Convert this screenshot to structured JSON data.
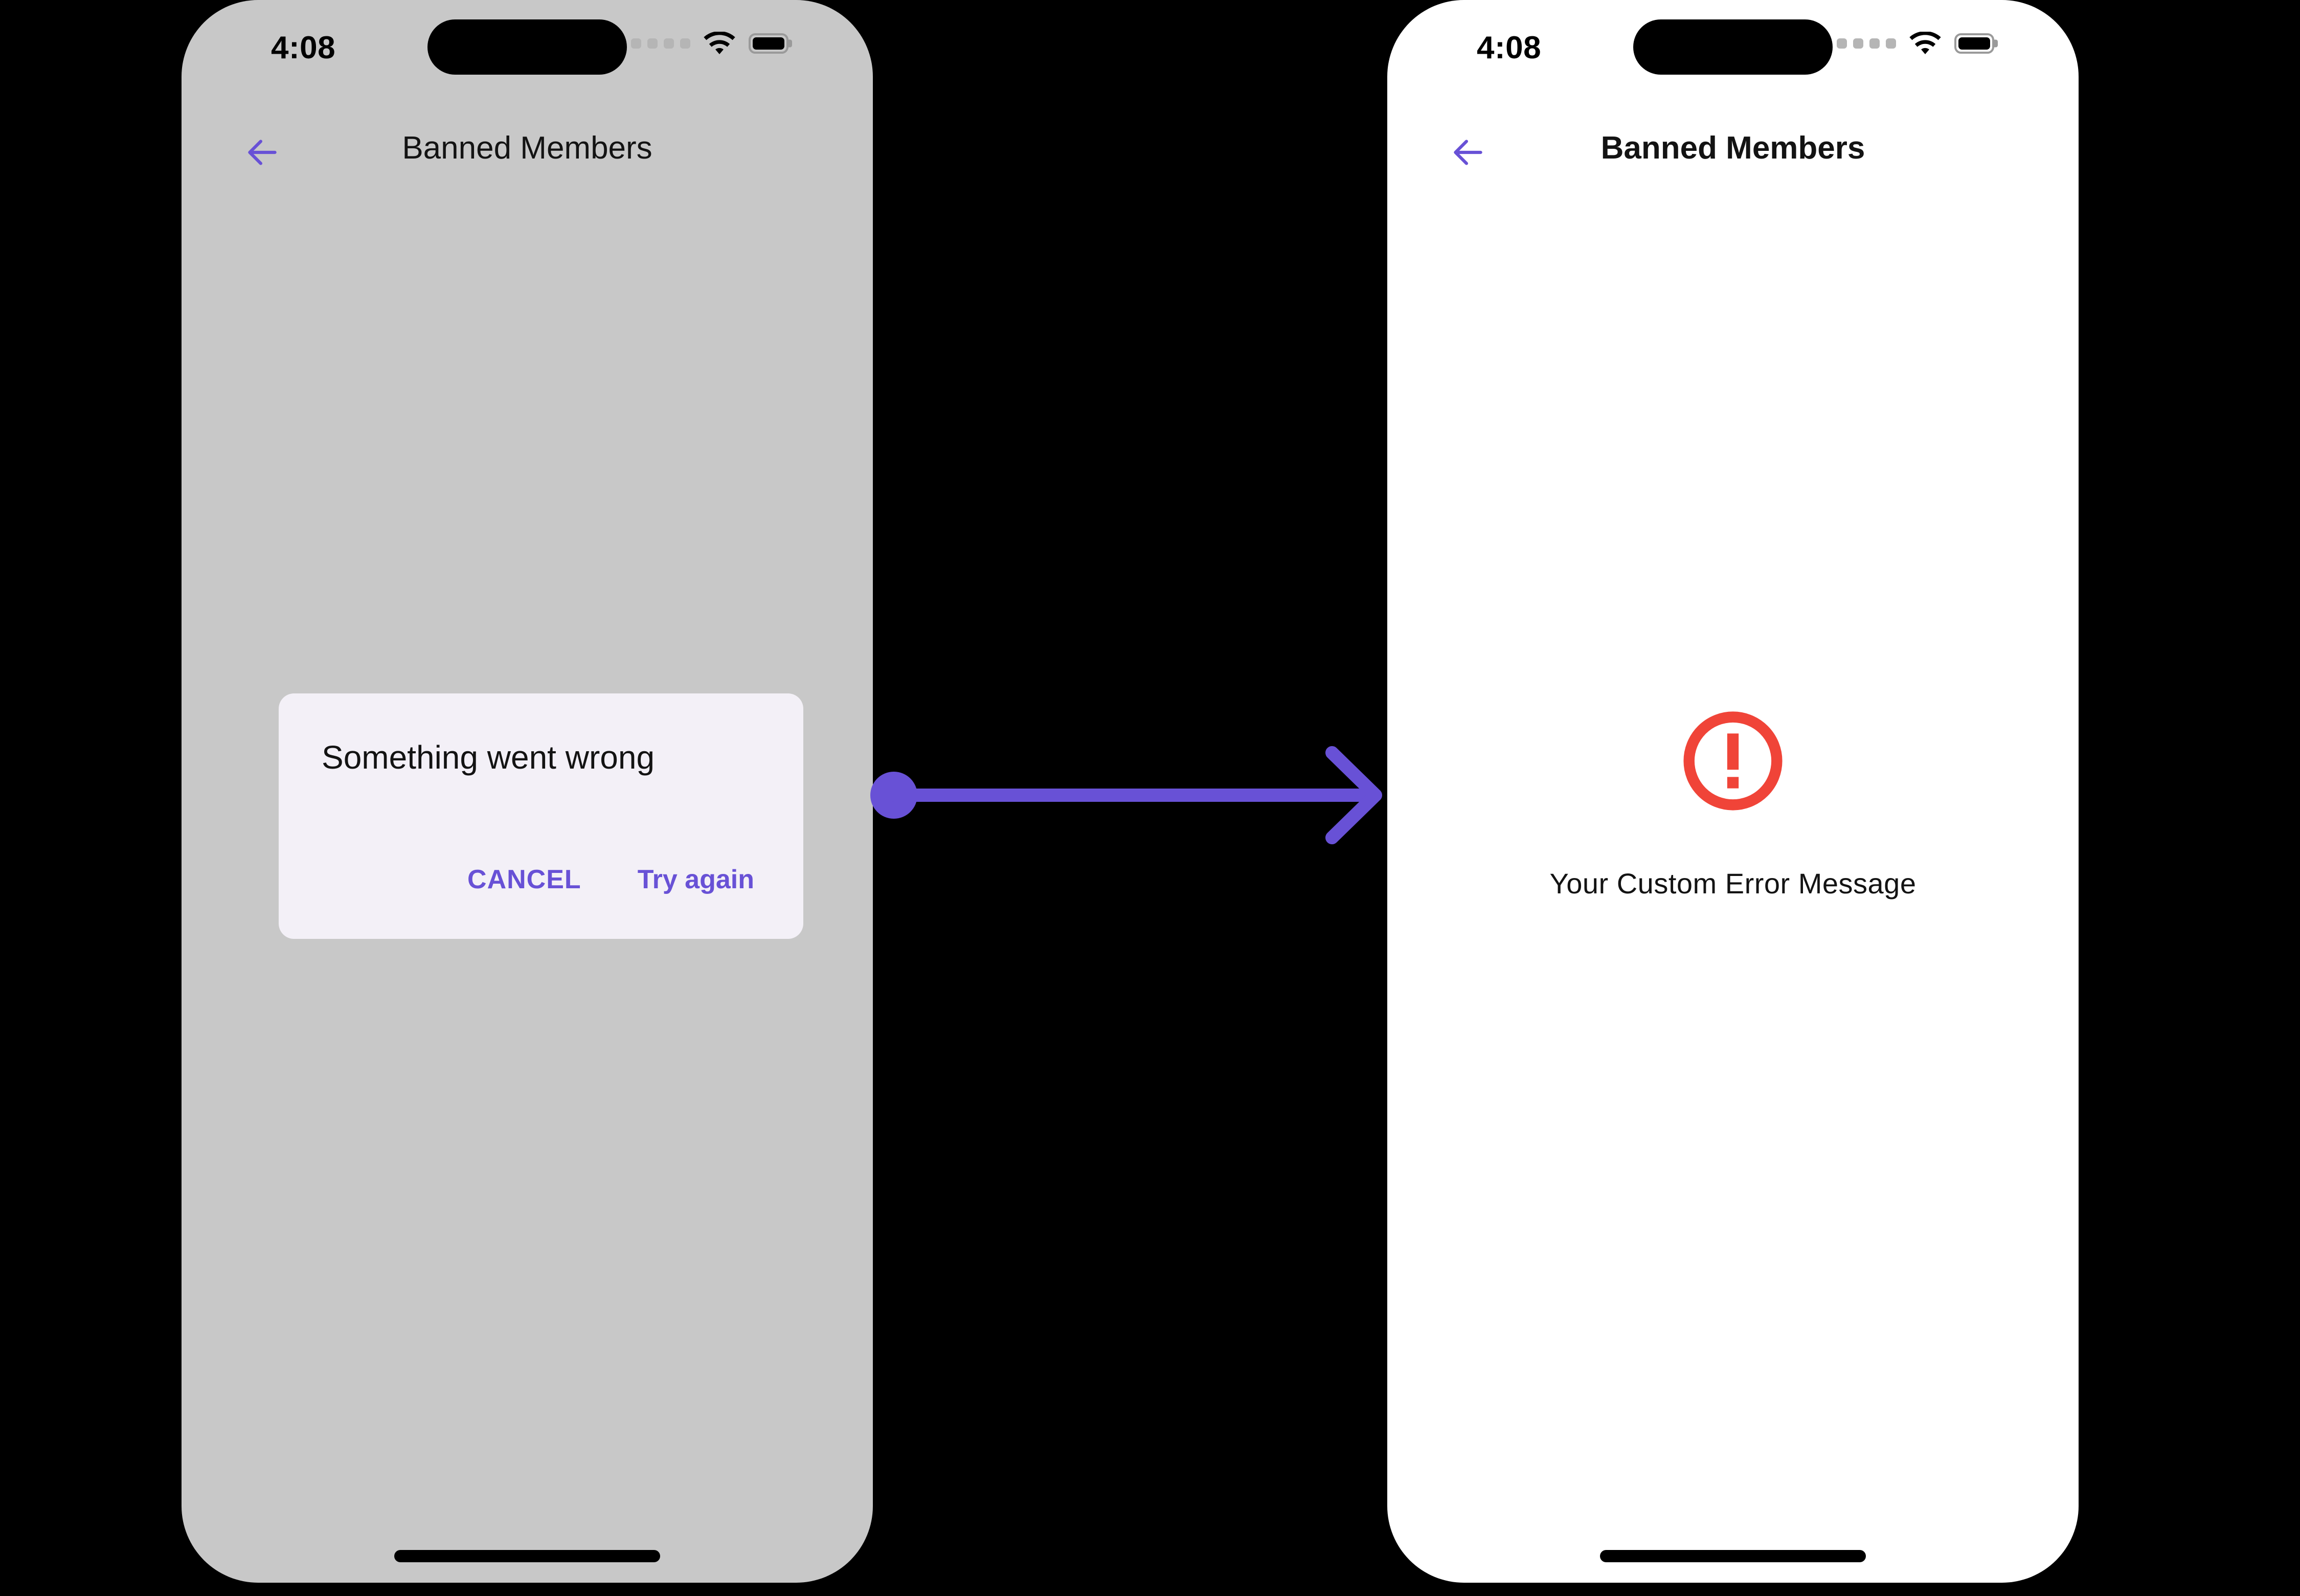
{
  "accent": {
    "purple": "#6851D6",
    "error_red": "#F04438",
    "scrim_grey": "#C8C8C8",
    "dialog_bg": "#F3F0F7"
  },
  "flow": {
    "connector_name": "transition-arrow",
    "direction": "left-to-right"
  },
  "screens": [
    {
      "id": "dialog-state",
      "status_bar": {
        "time": "4:08",
        "icons": [
          "cellular-signal-icon",
          "wifi-icon",
          "battery-icon"
        ]
      },
      "app_bar": {
        "back_icon": "arrow-left-icon",
        "title": "Banned Members"
      },
      "dialog": {
        "title": "Something went wrong",
        "buttons": [
          {
            "label": "CANCEL",
            "name": "cancel-button"
          },
          {
            "label": "Try again",
            "name": "try-again-button"
          }
        ]
      }
    },
    {
      "id": "custom-error-state",
      "status_bar": {
        "time": "4:08",
        "icons": [
          "cellular-signal-icon",
          "wifi-icon",
          "battery-icon"
        ]
      },
      "app_bar": {
        "back_icon": "arrow-left-icon",
        "title": "Banned Members"
      },
      "error": {
        "icon": "error-exclamation-circle-icon",
        "message": "Your Custom Error Message"
      }
    }
  ]
}
